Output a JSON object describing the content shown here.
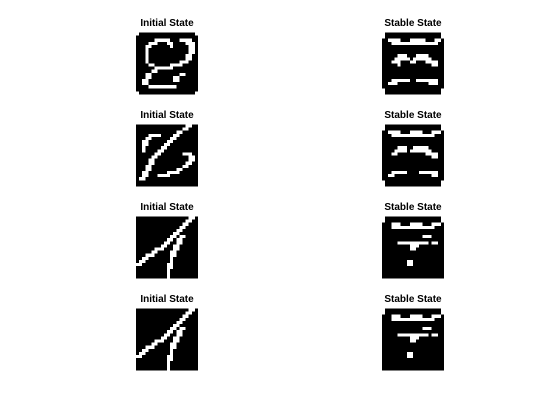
{
  "figure": {
    "panels": [
      {
        "id": "initial-1",
        "title": "Initial State",
        "kind": "initial",
        "pattern": "loop-9"
      },
      {
        "id": "stable-1",
        "title": "Stable State",
        "kind": "stable",
        "pattern": "bars-a"
      },
      {
        "id": "initial-2",
        "title": "Initial State",
        "kind": "initial",
        "pattern": "diagonal-loop"
      },
      {
        "id": "stable-2",
        "title": "Stable State",
        "kind": "stable",
        "pattern": "bars-b"
      },
      {
        "id": "initial-3",
        "title": "Initial State",
        "kind": "initial",
        "pattern": "diagonal-strokes"
      },
      {
        "id": "stable-3",
        "title": "Stable State",
        "kind": "stable",
        "pattern": "bars-c"
      },
      {
        "id": "initial-4",
        "title": "Initial State",
        "kind": "initial",
        "pattern": "diagonal-strokes"
      },
      {
        "id": "stable-4",
        "title": "Stable State",
        "kind": "stable",
        "pattern": "bars-d"
      }
    ],
    "colors": {
      "background": "#000000",
      "foreground": "#ffffff"
    }
  }
}
